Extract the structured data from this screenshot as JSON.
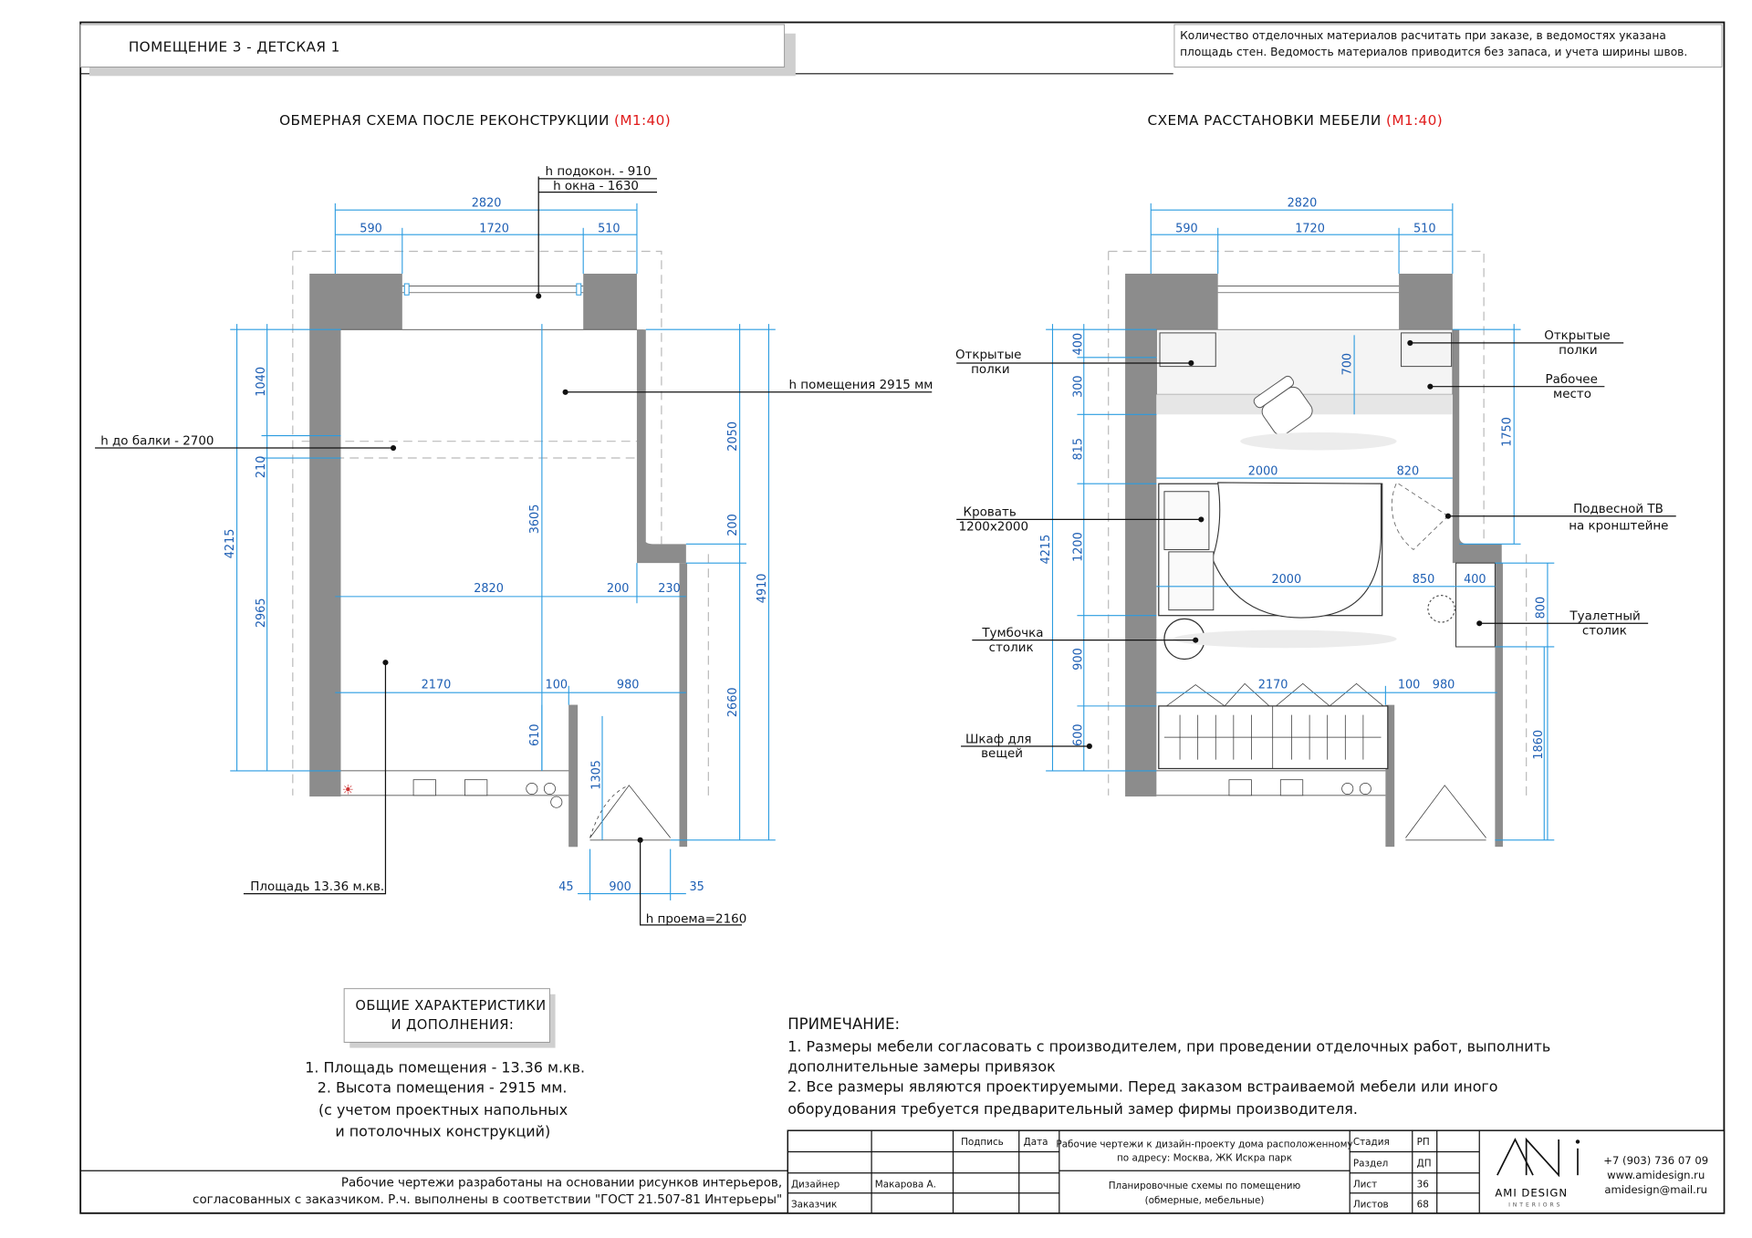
{
  "sheet": {
    "room_title": "ПОМЕЩЕНИЕ 3 - ДЕТСКАЯ 1",
    "materials_note": [
      "Количество отделочных материалов расчитать при заказе, в ведомостях указана",
      "площадь стен. Ведомость материалов приводится без запаса, и учета ширины швов."
    ],
    "basis_note": [
      "Рабочие чертежи разработаны на основании рисунков интерьеров,",
      "согласованных с заказчиком. Р.ч. выполнены в соответствии \"ГОСТ 21.507-81 Интерьеры\""
    ]
  },
  "plan_measure": {
    "title": "ОБМЕРНАЯ СХЕМА ПОСЛЕ РЕКОНСТРУКЦИИ",
    "scale": "(М1:40)",
    "dims": {
      "top_total": "2820",
      "top_left": "590",
      "top_window": "1720",
      "top_right": "510",
      "left_total": "4215",
      "left_upper": "1040",
      "left_beam": "210",
      "left_lower": "2965",
      "inner_height": "3605",
      "right_upper": "2050",
      "right_niche": "200",
      "right_lower": "2660",
      "right_total": "4910",
      "mid_width": "2820",
      "mid_niche": "200",
      "mid_wall": "230",
      "bath_left": "2170",
      "bath_wall": "100",
      "bath_right": "980",
      "bath_depth": "610",
      "door_height": "1305",
      "door_left": "45",
      "door_width": "900",
      "door_right": "35"
    },
    "callouts": {
      "sill_height": "h подокон. - 910",
      "window_height": "h окна - 1630",
      "room_height": "h помещения 2915 мм",
      "beam_height": "h до балки - 2700",
      "area": "Площадь 13.36 м.кв.",
      "opening_height": "h проема=2160"
    }
  },
  "plan_furniture": {
    "title": "СХЕМА РАССТАНОВКИ МЕБЕЛИ",
    "scale": "(М1:40)",
    "dims": {
      "top_total": "2820",
      "top_left": "590",
      "top_window": "1720",
      "top_right": "510",
      "left_total": "4215",
      "shelf": "400",
      "desk": "300",
      "passage": "815",
      "bed": "1200",
      "gap": "900",
      "wardrobe": "600",
      "desk_depth": "700",
      "right_upper": "1750",
      "vanity": "800",
      "right_lower": "1860",
      "bed_length": "2000",
      "bed_gap": "820",
      "bed_length_2": "2000",
      "bed_gap_2": "850",
      "vanity_width": "400",
      "wardrobe_width": "2170",
      "wardrobe_wall": "100",
      "wardrobe_right": "980"
    },
    "labels": {
      "open_shelves_left": [
        "Открытые",
        "полки"
      ],
      "bed": [
        "Кровать",
        "1200х2000"
      ],
      "nightstand": [
        "Тумбочка",
        "столик"
      ],
      "wardrobe": [
        "Шкаф для",
        "вещей"
      ],
      "open_shelves_right": [
        "Открытые",
        "полки"
      ],
      "workplace": [
        "Рабочее",
        "место"
      ],
      "tv": [
        "Подвесной ТВ",
        "на кронштейне"
      ],
      "vanity": [
        "Туалетный",
        "столик"
      ]
    }
  },
  "characteristics": {
    "title": [
      "ОБЩИЕ ХАРАКТЕРИСТИКИ",
      "И ДОПОЛНЕНИЯ:"
    ],
    "lines": [
      "1. Площадь помещения - 13.36 м.кв.",
      "2. Высота помещения - 2915 мм.",
      "(с учетом проектных напольных",
      "и потолочных конструкций)"
    ]
  },
  "notes": {
    "title": "ПРИМЕЧАНИЕ:",
    "lines": [
      "1. Размеры мебели согласовать с производителем, при проведении отделочных работ, выполнить",
      "дополнительные замеры привязок",
      "2. Все размеры являются проектируемыми. Перед заказом встраиваемой мебели или иного",
      "оборудования требуется предварительный замер фирмы производителя."
    ]
  },
  "title_block": {
    "headers": {
      "signature": "Подпись",
      "date": "Дата"
    },
    "designer_label": "Дизайнер",
    "designer_name": "Макарова А.",
    "client_label": "Заказчик",
    "project": [
      "Рабочие чертежи к дизайн-проекту дома расположенному",
      "по адресу: Москва, ЖК Искра парк"
    ],
    "sheet_title": [
      "Планировочные схемы по помещению",
      "(обмерные, мебельные)"
    ],
    "stage_label": "Стадия",
    "stage_value": "РП",
    "section_label": "Раздел",
    "section_value": "ДП",
    "sheet_label": "Лист",
    "sheet_value": "36",
    "sheets_label": "Листов",
    "sheets_value": "68",
    "logo": "AMI DESIGN",
    "logo_sub": "INTERIORS",
    "phone": "+7 (903) 736 07 09",
    "site": "www.amidesign.ru",
    "email": "amidesign@mail.ru"
  }
}
